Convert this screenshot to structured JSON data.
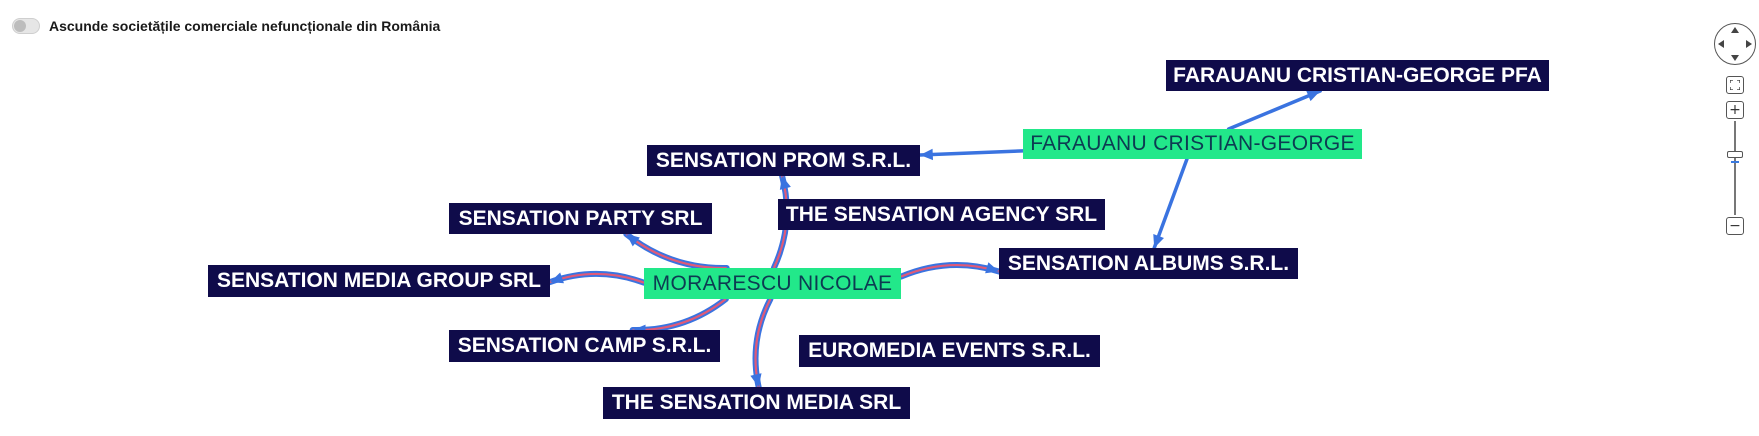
{
  "filter": {
    "toggle_label": "Ascunde societățile comerciale nefuncționale din România",
    "enabled": false
  },
  "graph": {
    "colors": {
      "company_bg": "#0f0b4a",
      "company_text": "#ffffff",
      "person_bg": "#22e88a",
      "person_text": "#0d3b52",
      "edge_blue": "#3a73e0",
      "edge_red": "#e05a78"
    },
    "nodes": {
      "farauanu_pfa": {
        "label": "FARAUANU CRISTIAN-GEORGE PFA",
        "kind": "company"
      },
      "farauanu": {
        "label": "FARAUANU CRISTIAN-GEORGE",
        "kind": "person"
      },
      "sensation_prom": {
        "label": "SENSATION PROM S.R.L.",
        "kind": "company"
      },
      "sensation_party": {
        "label": "SENSATION PARTY SRL",
        "kind": "company"
      },
      "sensation_agency": {
        "label": "THE SENSATION AGENCY SRL",
        "kind": "company"
      },
      "sensation_media_group": {
        "label": "SENSATION MEDIA GROUP SRL",
        "kind": "company"
      },
      "morarescu": {
        "label": "MORARESCU NICOLAE",
        "kind": "person"
      },
      "sensation_albums": {
        "label": "SENSATION ALBUMS S.R.L.",
        "kind": "company"
      },
      "sensation_camp": {
        "label": "SENSATION CAMP S.R.L.",
        "kind": "company"
      },
      "euromedia": {
        "label": "EUROMEDIA EVENTS S.R.L.",
        "kind": "company"
      },
      "sensation_media": {
        "label": "THE SENSATION MEDIA SRL",
        "kind": "company"
      }
    },
    "edges": [
      {
        "from": "farauanu",
        "to": "farauanu_pfa",
        "style": "single"
      },
      {
        "from": "farauanu",
        "to": "sensation_prom",
        "style": "single"
      },
      {
        "from": "farauanu",
        "to": "sensation_albums",
        "style": "single"
      },
      {
        "from": "morarescu",
        "to": "sensation_prom",
        "style": "double"
      },
      {
        "from": "morarescu",
        "to": "sensation_party",
        "style": "double"
      },
      {
        "from": "morarescu",
        "to": "sensation_media_group",
        "style": "double"
      },
      {
        "from": "morarescu",
        "to": "sensation_camp",
        "style": "double"
      },
      {
        "from": "morarescu",
        "to": "sensation_media",
        "style": "double"
      },
      {
        "from": "morarescu",
        "to": "sensation_albums",
        "style": "double"
      }
    ]
  },
  "controls": {
    "navigation_icon": "pan-arrows-icon",
    "fit_icon": "fit-screen-icon",
    "zoom_in_symbol": "+",
    "zoom_out_symbol": "−"
  }
}
